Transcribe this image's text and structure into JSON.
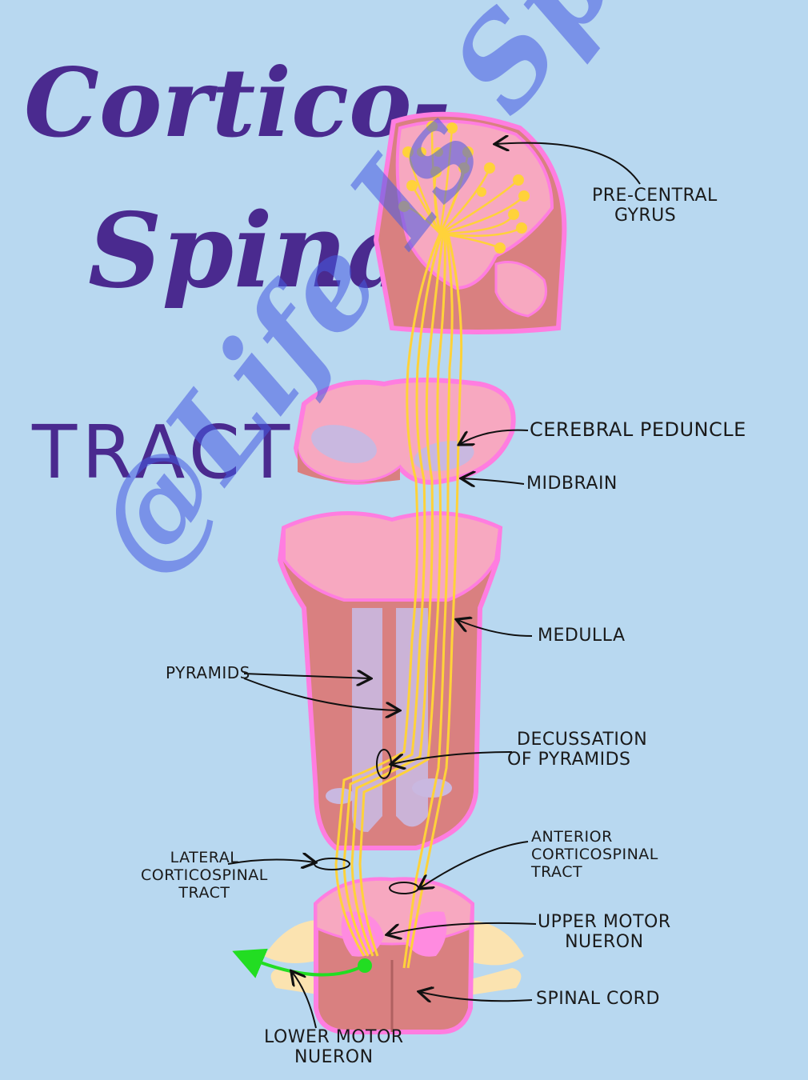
{
  "title": {
    "line1": "Cortico-",
    "line2": "Spinal",
    "line3": "TRACT"
  },
  "labels": {
    "precentral": [
      "PRE-CENTRAL",
      "GYRUS"
    ],
    "cerebral_peduncle": "CEREBRAL PEDUNCLE",
    "midbrain": "MIDBRAIN",
    "medulla": "MEDULLA",
    "pyramids": "PYRAMIDS",
    "decussation": [
      "DECUSSATION",
      "OF PYRAMIDS"
    ],
    "lateral": [
      "LATERAL",
      "CORTICOSPINAL",
      "TRACT"
    ],
    "anterior": [
      "ANTERIOR",
      "CORTICOSPINAL",
      "TRACT"
    ],
    "upper_motor": [
      "UPPER MOTOR",
      "NUERON"
    ],
    "spinal_cord": "SPINAL CORD",
    "lower_motor": [
      "LOWER MOTOR",
      "NUERON"
    ]
  },
  "watermark": "@Life Is Speechie",
  "colors": {
    "background": "#b8d8f0",
    "tissue": "#f7a8c0",
    "tissue_dark": "#d98080",
    "outline": "#ff7de0",
    "fiber": "#ffd23a",
    "pyramid": "#c9b8e0",
    "lower_neuron": "#22dd22",
    "nerve": "#fbe3b0",
    "title": "#4a2a8f"
  }
}
